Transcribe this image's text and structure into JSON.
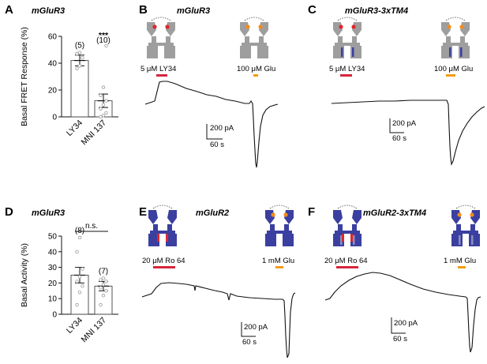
{
  "panels": {
    "A": {
      "label": "A",
      "title": "mGluR3"
    },
    "B": {
      "label": "B",
      "title": "mGluR3"
    },
    "C": {
      "label": "C",
      "title": "mGluR3-3xTM4"
    },
    "D": {
      "label": "D",
      "title": "mGluR3"
    },
    "E": {
      "label": "E",
      "title": "mGluR2"
    },
    "F": {
      "label": "F",
      "title": "mGluR2-3xTM4"
    }
  },
  "traces": {
    "B": {
      "drug1": "5 μM LY34",
      "drug2": "100 μM Glu",
      "scale_y": "200 pA",
      "scale_x": "60 s"
    },
    "C": {
      "drug1": "5 μM LY34",
      "drug2": "100 μM Glu",
      "scale_y": "200 pA",
      "scale_x": "60 s"
    },
    "E": {
      "drug1": "20 μM Ro 64",
      "drug2": "1 mM Glu",
      "scale_y": "200 pA",
      "scale_x": "60 s"
    },
    "F": {
      "drug1": "20 μM Ro 64",
      "drug2": "1 mM Glu",
      "scale_y": "200 pA",
      "scale_x": "60 s"
    }
  },
  "colors": {
    "antagonist_bar": "#d7263d",
    "glu_bar": "#f39c12",
    "receptor_grey": "#9e9e9e",
    "receptor_blue": "#3a3fa0",
    "ligand_red": "#e0262b",
    "ligand_orange": "#f28c1e"
  },
  "chart_data": [
    {
      "panel": "A",
      "type": "bar",
      "title": "mGluR3",
      "categories": [
        "LY34",
        "MNI 137"
      ],
      "values": [
        42,
        12
      ],
      "errors": [
        4,
        5
      ],
      "n_labels": [
        "(5)",
        "(10)"
      ],
      "significance": "***",
      "points": [
        [
          36,
          38,
          44,
          47,
          48
        ],
        [
          0,
          1,
          3,
          6,
          9,
          12,
          16,
          22,
          53
        ]
      ],
      "ylabel": "Basal FRET Response (%)",
      "ylim": [
        0,
        60
      ],
      "yticks": [
        "0",
        "20",
        "40",
        "60"
      ]
    },
    {
      "panel": "D",
      "type": "bar",
      "title": "mGluR3",
      "categories": [
        "LY34",
        "MNI 137"
      ],
      "values": [
        25,
        18
      ],
      "errors": [
        5,
        3
      ],
      "n_labels": [
        "(8)",
        "(7)"
      ],
      "significance": "n.s.",
      "points": [
        [
          6,
          14,
          18,
          21,
          24,
          29,
          40,
          49
        ],
        [
          6,
          12,
          15,
          17,
          19,
          21,
          22,
          23
        ]
      ],
      "ylabel": "Basal Activity (%)",
      "ylim": [
        0,
        50
      ],
      "yticks": [
        "0",
        "10",
        "20",
        "30",
        "40",
        "50"
      ]
    }
  ]
}
